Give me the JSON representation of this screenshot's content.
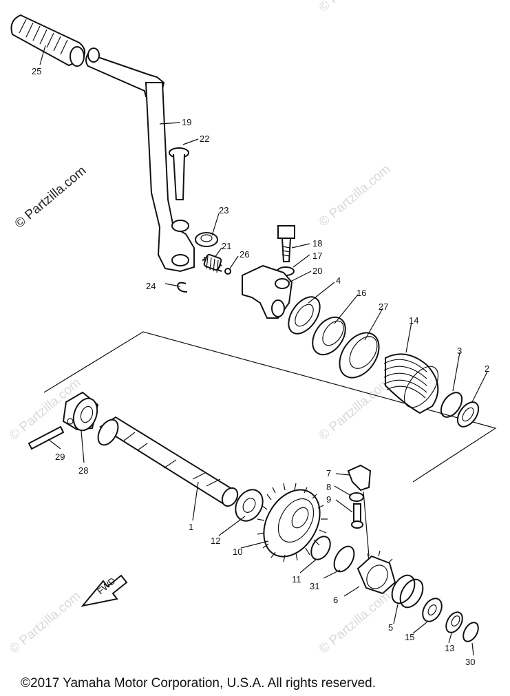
{
  "watermarks": {
    "main": "© Partzilla.com",
    "faint": "© Partzilla.com"
  },
  "footer": {
    "copyright": "©2017  Yamaha Motor Corporation, U.S.A. All rights reserved."
  },
  "direction_label": "FWD",
  "part_labels": [
    "25",
    "19",
    "22",
    "23",
    "21",
    "26",
    "24",
    "18",
    "17",
    "20",
    "4",
    "16",
    "27",
    "14",
    "3",
    "2",
    "29",
    "28",
    "7",
    "8",
    "9",
    "1",
    "12",
    "10",
    "11",
    "31",
    "6",
    "5",
    "15",
    "13",
    "30"
  ]
}
